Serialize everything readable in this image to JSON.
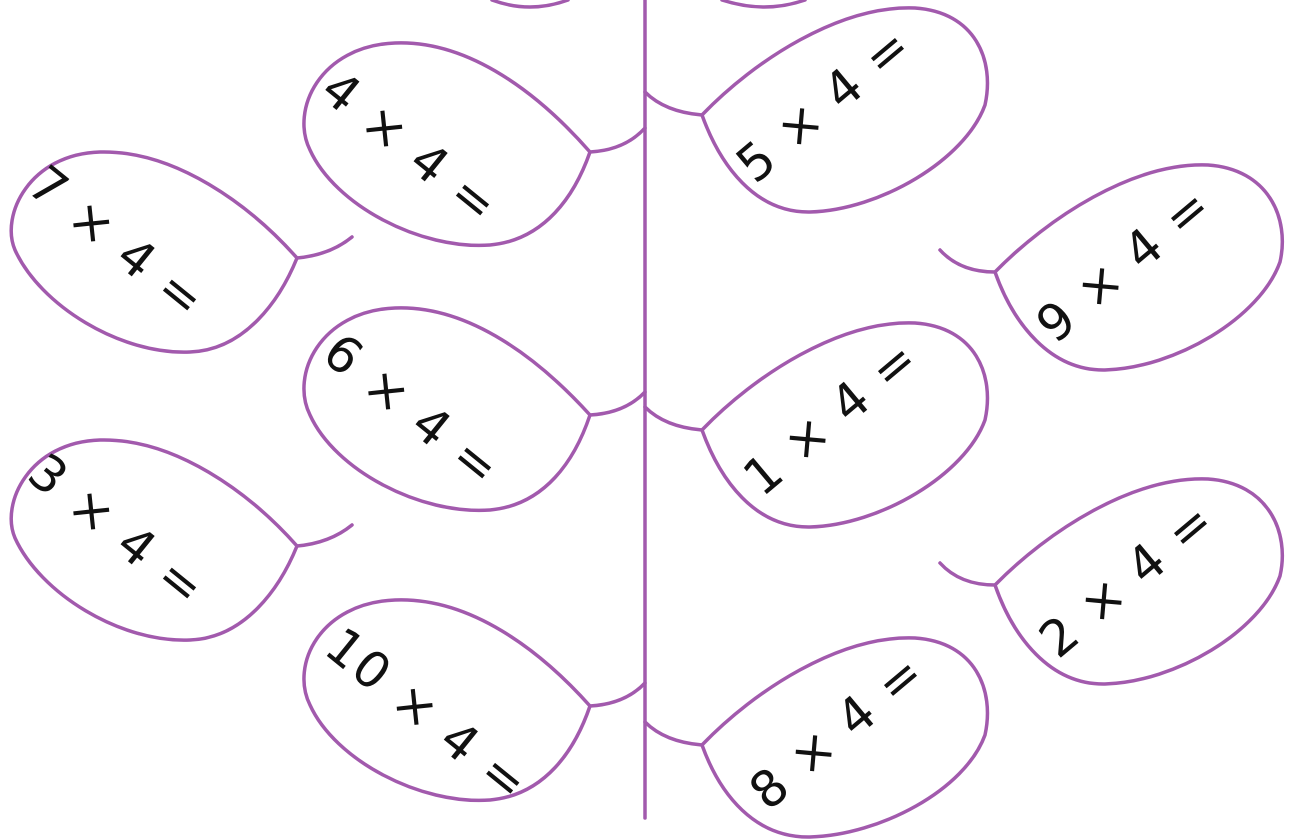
{
  "colors": {
    "stem": "#a25aad",
    "text": "#111111",
    "background": "#ffffff"
  },
  "leaves": {
    "partial_left": {
      "text": ""
    },
    "partial_right": {
      "text": ""
    },
    "left": [
      {
        "name": "leaf-4x4",
        "text": "4 × 4 ="
      },
      {
        "name": "leaf-7x4",
        "text": "7 × 4 ="
      },
      {
        "name": "leaf-6x4",
        "text": "6 × 4 ="
      },
      {
        "name": "leaf-3x4",
        "text": "3 × 4 ="
      },
      {
        "name": "leaf-10x4",
        "text": "10 × 4 ="
      }
    ],
    "right": [
      {
        "name": "leaf-5x4",
        "text": "5 × 4 ="
      },
      {
        "name": "leaf-9x4",
        "text": "9 × 4 ="
      },
      {
        "name": "leaf-1x4",
        "text": "1 × 4 ="
      },
      {
        "name": "leaf-2x4",
        "text": "2 × 4 ="
      },
      {
        "name": "leaf-8x4",
        "text": "8 × 4 ="
      }
    ]
  }
}
